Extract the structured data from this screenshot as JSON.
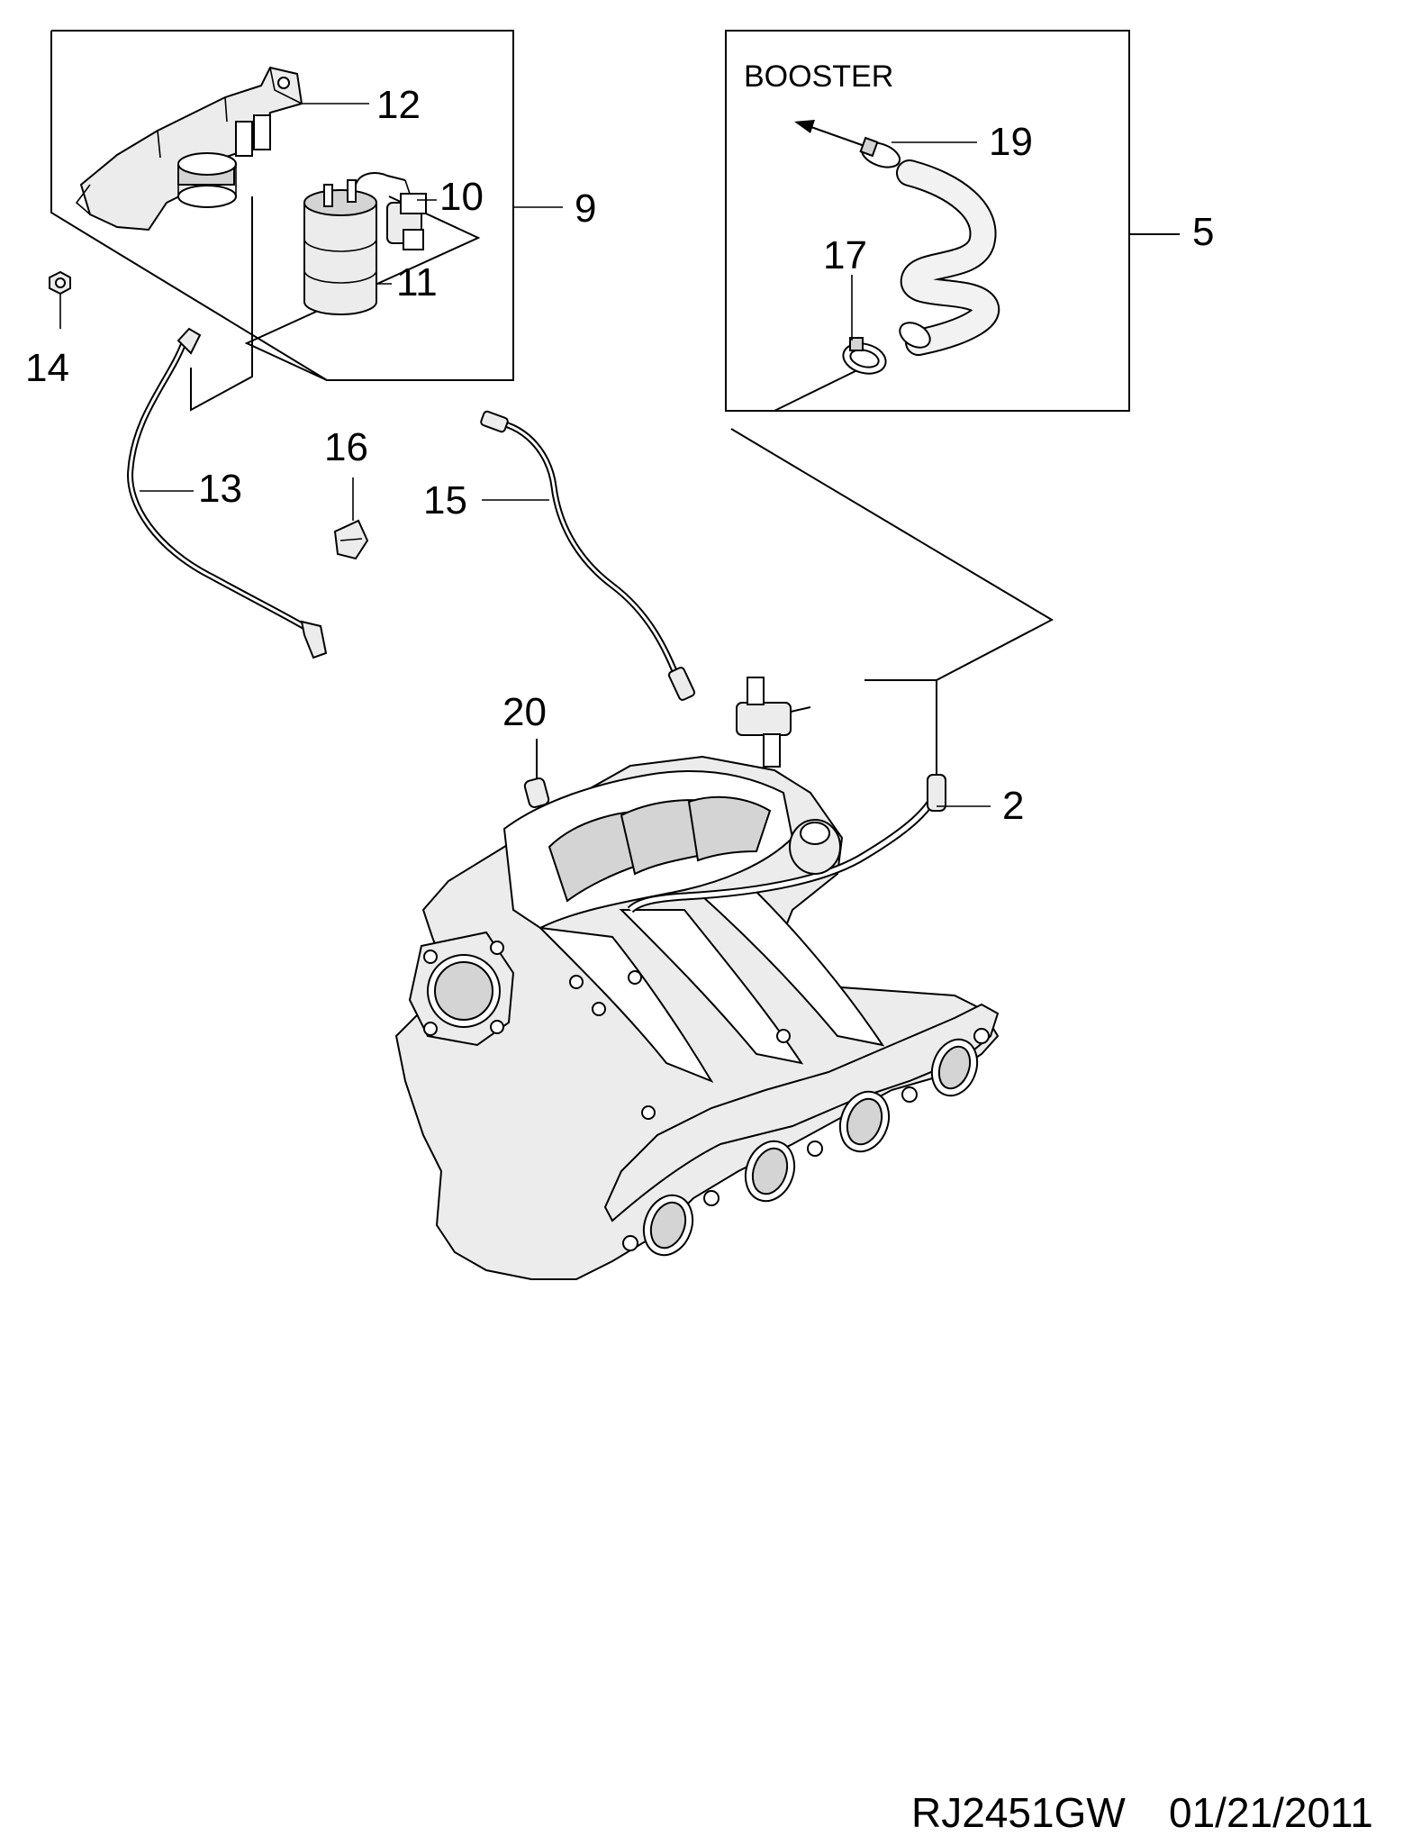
{
  "callouts": {
    "c2": "2",
    "c5": "5",
    "c9": "9",
    "c10": "10",
    "c11": "11",
    "c12": "12",
    "c13": "13",
    "c14": "14",
    "c15": "15",
    "c16": "16",
    "c17": "17",
    "c19": "19",
    "c20": "20"
  },
  "booster_label": "BOOSTER",
  "footer": {
    "code": "RJ2451GW",
    "date": "01/21/2011"
  }
}
